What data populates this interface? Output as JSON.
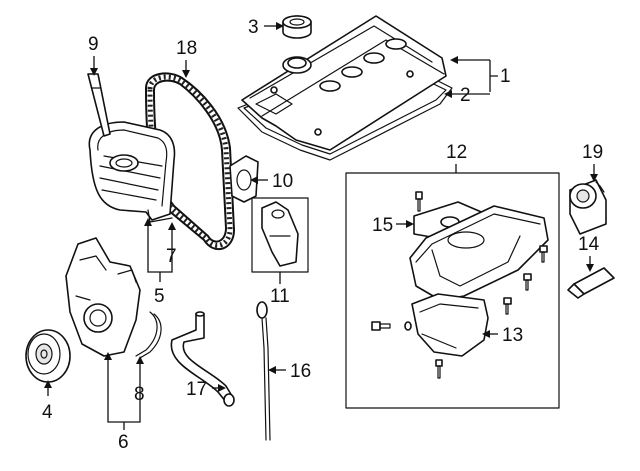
{
  "callouts": {
    "c1": "1",
    "c2": "2",
    "c3": "3",
    "c4": "4",
    "c5": "5",
    "c6": "6",
    "c7": "7",
    "c8": "8",
    "c9": "9",
    "c10": "10",
    "c11": "11",
    "c12": "12",
    "c13": "13",
    "c14": "14",
    "c15": "15",
    "c16": "16",
    "c17": "17",
    "c18": "18",
    "c19": "19"
  },
  "colors": {
    "line": "#111111",
    "background": "#ffffff",
    "shade": "#e6e6e6"
  }
}
